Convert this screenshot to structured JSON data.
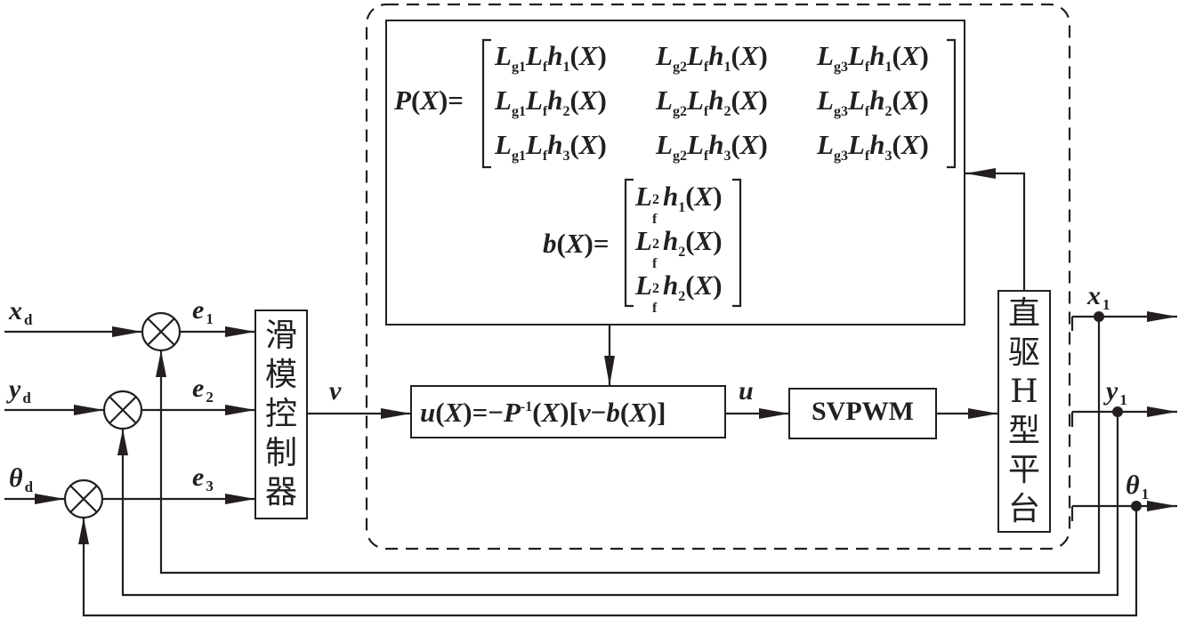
{
  "inputs": {
    "x_ref": {
      "sym": "x",
      "sub": "d"
    },
    "y_ref": {
      "sym": "y",
      "sub": "d"
    },
    "theta_ref": {
      "sym": "θ",
      "sub": "d"
    }
  },
  "errors": [
    {
      "sym": "e",
      "sub": "1"
    },
    {
      "sym": "e",
      "sub": "2"
    },
    {
      "sym": "e",
      "sub": "3"
    }
  ],
  "blocks": {
    "sliding_mode_controller": "滑模控制器",
    "control_law": {
      "u": "u",
      "X": "X",
      "eq": "=−",
      "P": "P",
      "inv": "-1",
      "v": "v",
      "minus": "−",
      "b": "b",
      "lp": "(",
      "rp": ")",
      "lb": "[",
      "rb": "]"
    },
    "svpwm": "SVPWM",
    "platform": "直驱H型平台"
  },
  "signals": {
    "v": "v",
    "u": "u"
  },
  "outputs": {
    "x_out": {
      "sym": "x",
      "sub": "1"
    },
    "y_out": {
      "sym": "y",
      "sub": "1"
    },
    "theta_out": {
      "sym": "θ",
      "sub": "1"
    }
  },
  "matrix_P": {
    "lhs": "P",
    "arg": "X",
    "eq": "=",
    "cells": [
      [
        {
          "g": "g1",
          "h": "1"
        },
        {
          "g": "g2",
          "h": "1"
        },
        {
          "g": "g3",
          "h": "1"
        }
      ],
      [
        {
          "g": "g1",
          "h": "2"
        },
        {
          "g": "g2",
          "h": "2"
        },
        {
          "g": "g3",
          "h": "2"
        }
      ],
      [
        {
          "g": "g1",
          "h": "3"
        },
        {
          "g": "g2",
          "h": "3"
        },
        {
          "g": "g3",
          "h": "3"
        }
      ]
    ],
    "L": "L",
    "f": "f",
    "hsym": "h"
  },
  "vector_b": {
    "lhs": "b",
    "arg": "X",
    "eq": "=",
    "power": "2",
    "rows": [
      "1",
      "2",
      "2"
    ]
  }
}
